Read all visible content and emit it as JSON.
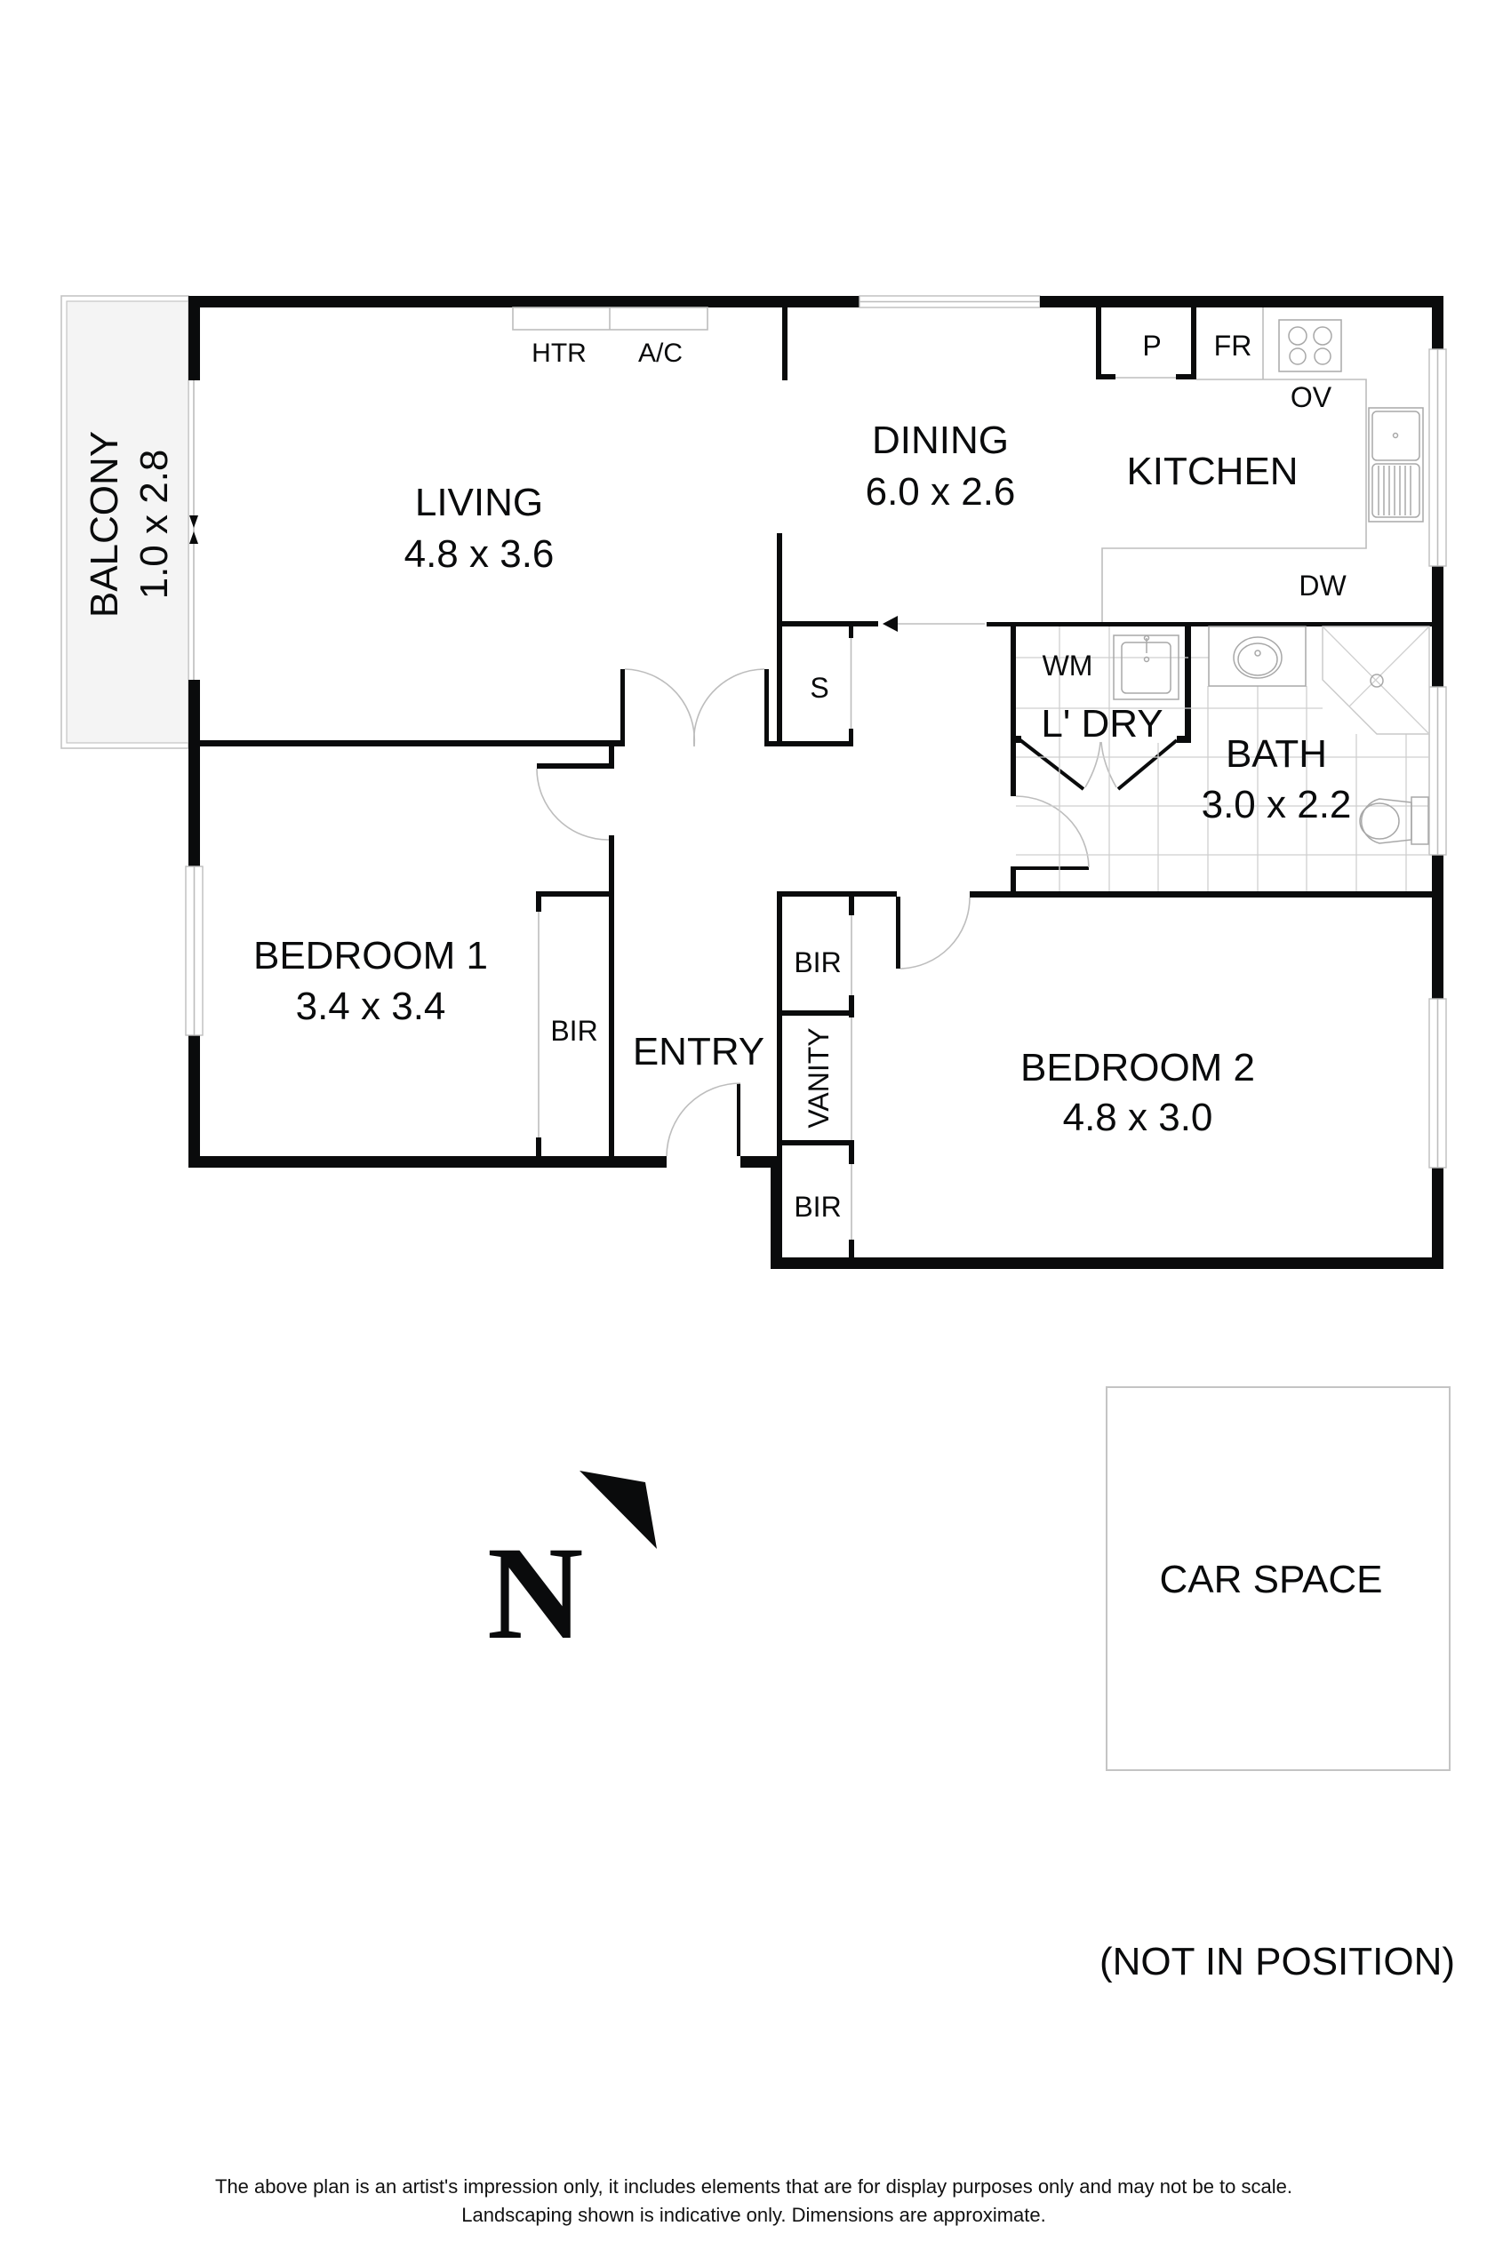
{
  "rooms": {
    "living": {
      "name": "LIVING",
      "dims": "4.8 x 3.6"
    },
    "dining": {
      "name": "DINING",
      "dims": "6.0 x 2.6"
    },
    "kitchen": {
      "name": "KITCHEN"
    },
    "bedroom1": {
      "name": "BEDROOM 1",
      "dims": "3.4 x 3.4"
    },
    "bedroom2": {
      "name": "BEDROOM 2",
      "dims": "4.8 x 3.0"
    },
    "bath": {
      "name": "BATH",
      "dims": "3.0 x 2.2"
    },
    "laundry": {
      "name": "L' DRY"
    },
    "entry": {
      "name": "ENTRY"
    },
    "balcony": {
      "name": "BALCONY",
      "dims": "1.0 x 2.8"
    }
  },
  "fixtures": {
    "heater": "HTR",
    "aircon": "A/C",
    "pantry": "P",
    "fridge": "FR",
    "oven": "OV",
    "dishwasher": "DW",
    "washing_machine": "WM",
    "storage": "S",
    "bir_bed1": "BIR",
    "bir_bed2_top": "BIR",
    "bir_bed2_bottom": "BIR",
    "vanity": "VANITY"
  },
  "car_space": {
    "label": "CAR SPACE",
    "note": "(NOT IN POSITION)"
  },
  "compass": {
    "letter": "N"
  },
  "colors": {
    "wall": "#0a0b0c",
    "balcony_fill": "#f4f4f4",
    "outline": "#bdbdbd"
  },
  "footer": {
    "line1": "The above plan is an artist's impression only, it includes elements that are for display purposes only and may not be to scale.",
    "line2": "Landscaping shown is indicative only. Dimensions are approximate."
  }
}
